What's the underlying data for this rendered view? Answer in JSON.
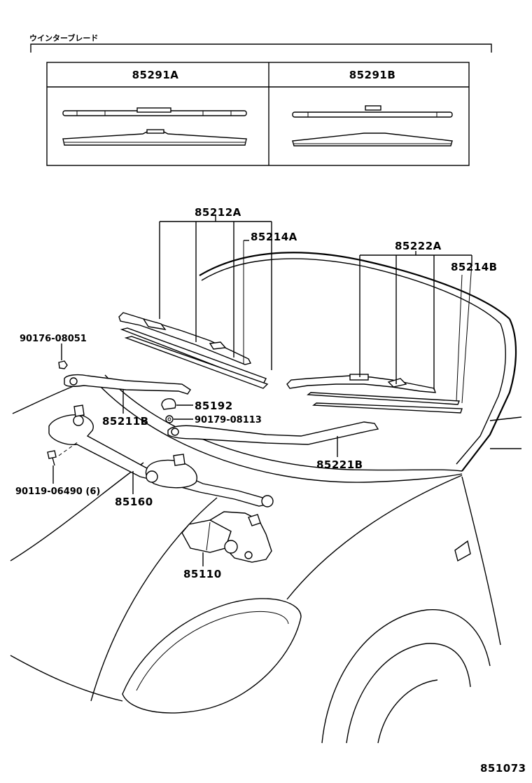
{
  "header": {
    "group_title": "ウインターブレード"
  },
  "table": {
    "columns": [
      {
        "part_no": "85291A"
      },
      {
        "part_no": "85291B"
      }
    ]
  },
  "callouts": {
    "p85212A": "85212A",
    "p85214A": "85214A",
    "p85222A": "85222A",
    "p85214B": "85214B",
    "p90176": "90176-08051",
    "p85211B": "85211B",
    "p85192": "85192",
    "p90179": "90179-08113",
    "p85221B": "85221B",
    "p90119": "90119-06490 (6)",
    "p85160": "85160",
    "p85110": "85110"
  },
  "footer": {
    "illustration_no": "851073"
  }
}
